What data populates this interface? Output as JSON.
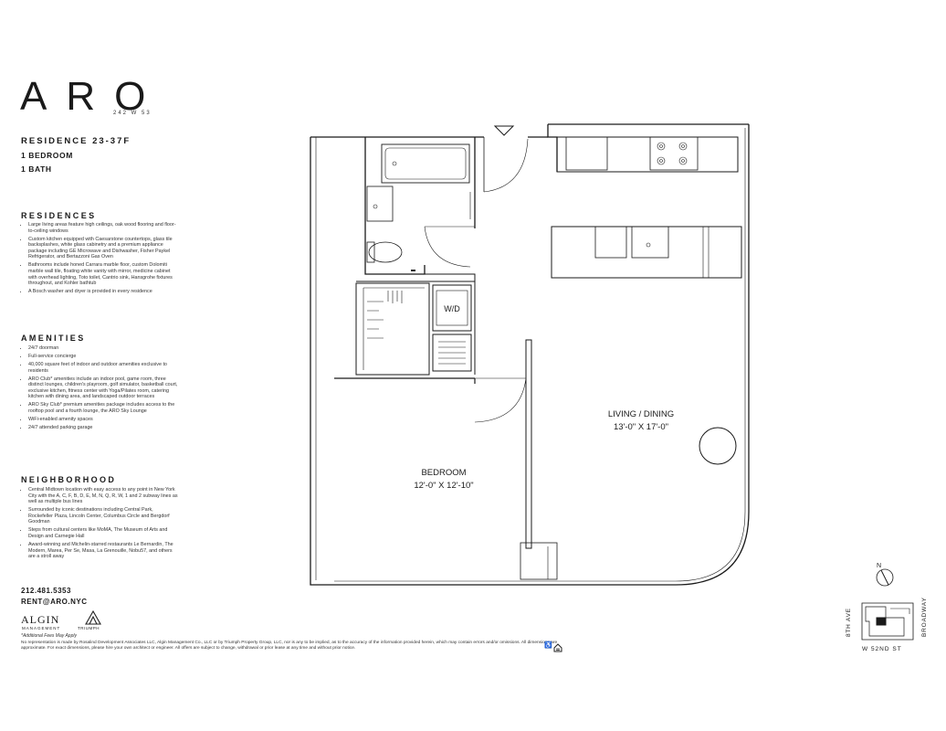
{
  "brand": {
    "logo": "ARO",
    "address": "242 W 53"
  },
  "residence": {
    "title": "RESIDENCE 23-37F",
    "bedrooms": "1 BEDROOM",
    "baths": "1 BATH"
  },
  "sections": {
    "residences": {
      "heading": "RESIDENCES",
      "items": [
        "Large living areas feature high ceilings, oak wood flooring and floor-to-ceiling windows",
        "Custom kitchen equipped with Caesarstone countertops, glass tile backsplashes, white glass cabinetry and a premium appliance package including GE Microwave and Dishwasher, Fisher Paykel Refrigerator, and Bertazzoni Gas Oven",
        "Bathrooms include honed Carrara marble floor, custom Dolomiti marble wall tile, floating white vanity with mirror, medicine cabinet with overhead lighting, Toto toilet, Cantrio sink, Hansgrohe fixtures throughout, and Kohler bathtub",
        "A Bosch washer and dryer is provided in every residence"
      ]
    },
    "amenities": {
      "heading": "AMENITIES",
      "items": [
        "24/7 doorman",
        "Full-service concierge",
        "40,000 square feet of indoor and outdoor amenities exclusive to residents",
        "ARO Club* amenities include an indoor pool, game room, three distinct lounges, children's playroom, golf simulator, basketball court, exclusive kitchen, fitness center with Yoga/Pilates room, catering kitchen with dining area, and landscaped outdoor terraces",
        "ARO Sky Club* premium amenities package includes access to the rooftop pool and a fourth lounge, the ARO Sky Lounge",
        "WiFi-enabled amenity spaces",
        "24/7 attended parking garage"
      ]
    },
    "neighborhood": {
      "heading": "NEIGHBORHOOD",
      "items": [
        "Central Midtown location with easy access to any point in New York City with the A, C, F, B, D, E, M, N, Q, R, W, 1 and 2 subway lines as well as multiple bus lines",
        "Surrounded by iconic destinations including Central Park, Rockefeller Plaza, Lincoln Center, Columbus Circle and Bergdorf Goodman",
        "Steps from cultural centers like MoMA, The Museum of Arts and Design and Carnegie Hall",
        "Award-winning and Michelin-starred restaurants Le Bernardin, The Modern, Marea, Per Se, Masa, La Grenouille, Nobu57, and others are a stroll away"
      ]
    }
  },
  "contact": {
    "phone": "212.481.5353",
    "email": "RENT@ARO.NYC"
  },
  "partners": {
    "algin": "ALGIN",
    "algin_sub": "MANAGEMENT",
    "triumph": "TRIUMPH"
  },
  "fees_note": "*Additional Fees May Apply",
  "disclaimer": "No representation is made by Rosalind Development Associates LLC, Algin Management Co., LLC or by Triumph Property Group, LLC, nor is any to be implied, as to the accuracy of the information provided herein, which may contain errors and/or omissions. All dimensions are approximate. For exact dimensions, please hire your own architect or engineer. All offers are subject to change, withdrawal or prior lease at any time and without prior notice.",
  "floorplan": {
    "rooms": [
      {
        "name": "LIVING / DINING",
        "dims": "13'-0\" X 17'-0\""
      },
      {
        "name": "BEDROOM",
        "dims": "12'-0\" X 12'-10\""
      }
    ],
    "laundry_label": "W/D"
  },
  "keyplan": {
    "north": "N",
    "left_street": "8TH AVE",
    "right_street": "BROADWAY",
    "bottom_street": "W 52ND ST"
  }
}
